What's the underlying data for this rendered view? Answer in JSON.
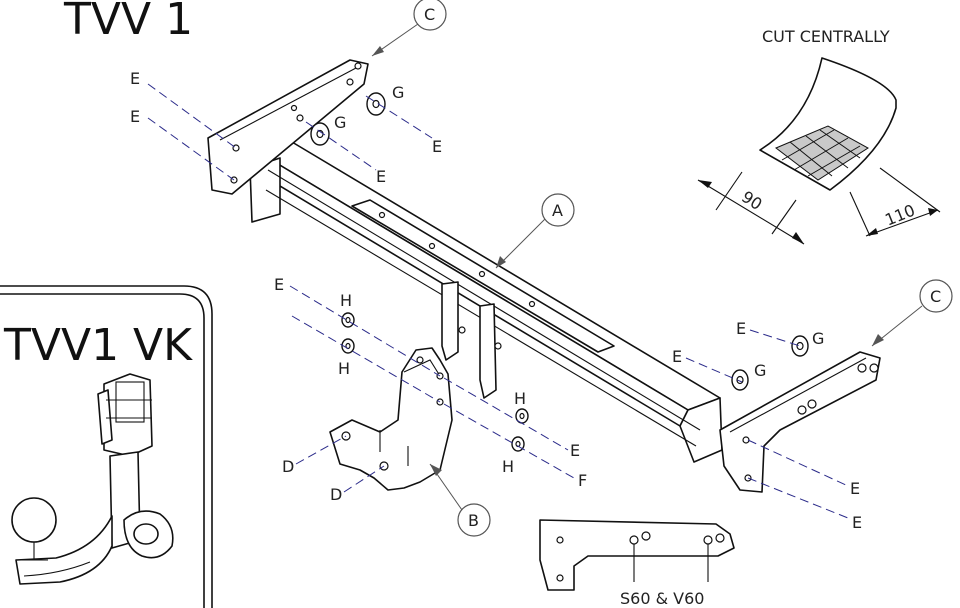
{
  "titles": {
    "main": "TVV 1",
    "variant": "TVV1 VK"
  },
  "callouts": {
    "a": "A",
    "b": "B",
    "c": "C"
  },
  "part_labels": {
    "d": "D",
    "e": "E",
    "f": "F",
    "g": "G",
    "h": "H"
  },
  "cut_detail": {
    "note": "CUT CENTRALLY",
    "dim_left": "90",
    "dim_right": "110"
  },
  "bracket_variant": {
    "caption": "S60 & V60"
  }
}
